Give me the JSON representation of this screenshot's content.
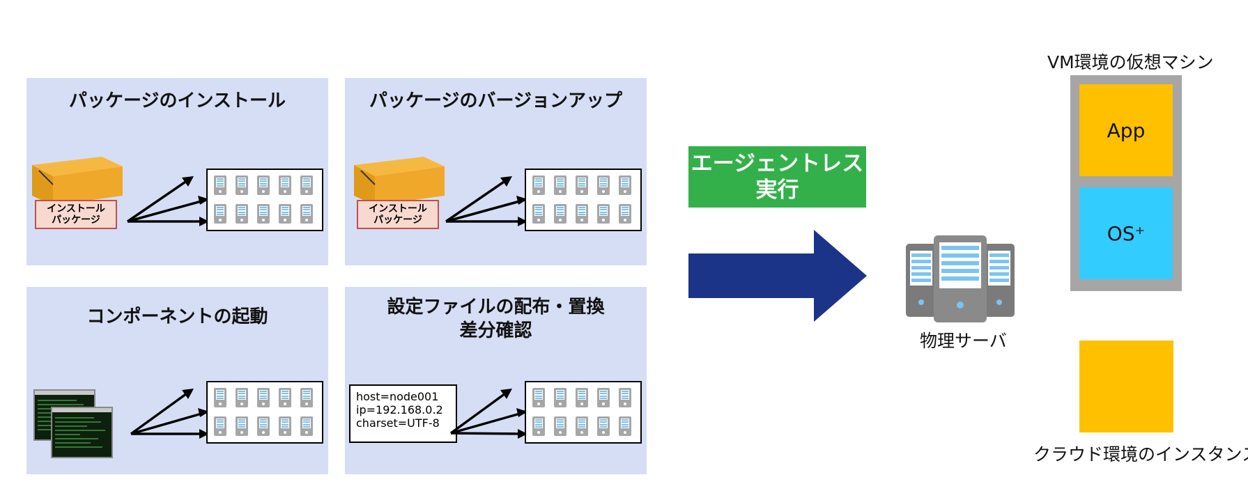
{
  "panels": {
    "install": {
      "title": "パッケージのインストール",
      "package_label_line1": "インストール",
      "package_label_line2": "パッケージ"
    },
    "upgrade": {
      "title": "パッケージのバージョンアップ",
      "package_label_line1": "インストール",
      "package_label_line2": "パッケージ"
    },
    "startup": {
      "title": "コンポーネントの起動"
    },
    "config": {
      "title_line1": "設定ファイルの配布・置換",
      "title_line2": "差分確認",
      "config_lines": [
        "host=node001",
        "ip=192.168.0.2",
        "charset=UTF-8"
      ]
    }
  },
  "agentless": {
    "line1": "エージェントレス",
    "line2": "実行"
  },
  "targets": {
    "physical_server_label": "物理サーバ",
    "vm": {
      "title": "VM環境の仮想マシン",
      "app_label": "App",
      "os_label": "OS⁺"
    },
    "cloud_label": "クラウド環境のインスタンス"
  },
  "colors": {
    "panel_bg": "#d6def5",
    "arrow_blue": "#1b3488",
    "badge_green": "#33b04a",
    "app_yellow": "#ffc000",
    "os_blue": "#33ccff",
    "vm_gray": "#a6a6a6"
  }
}
